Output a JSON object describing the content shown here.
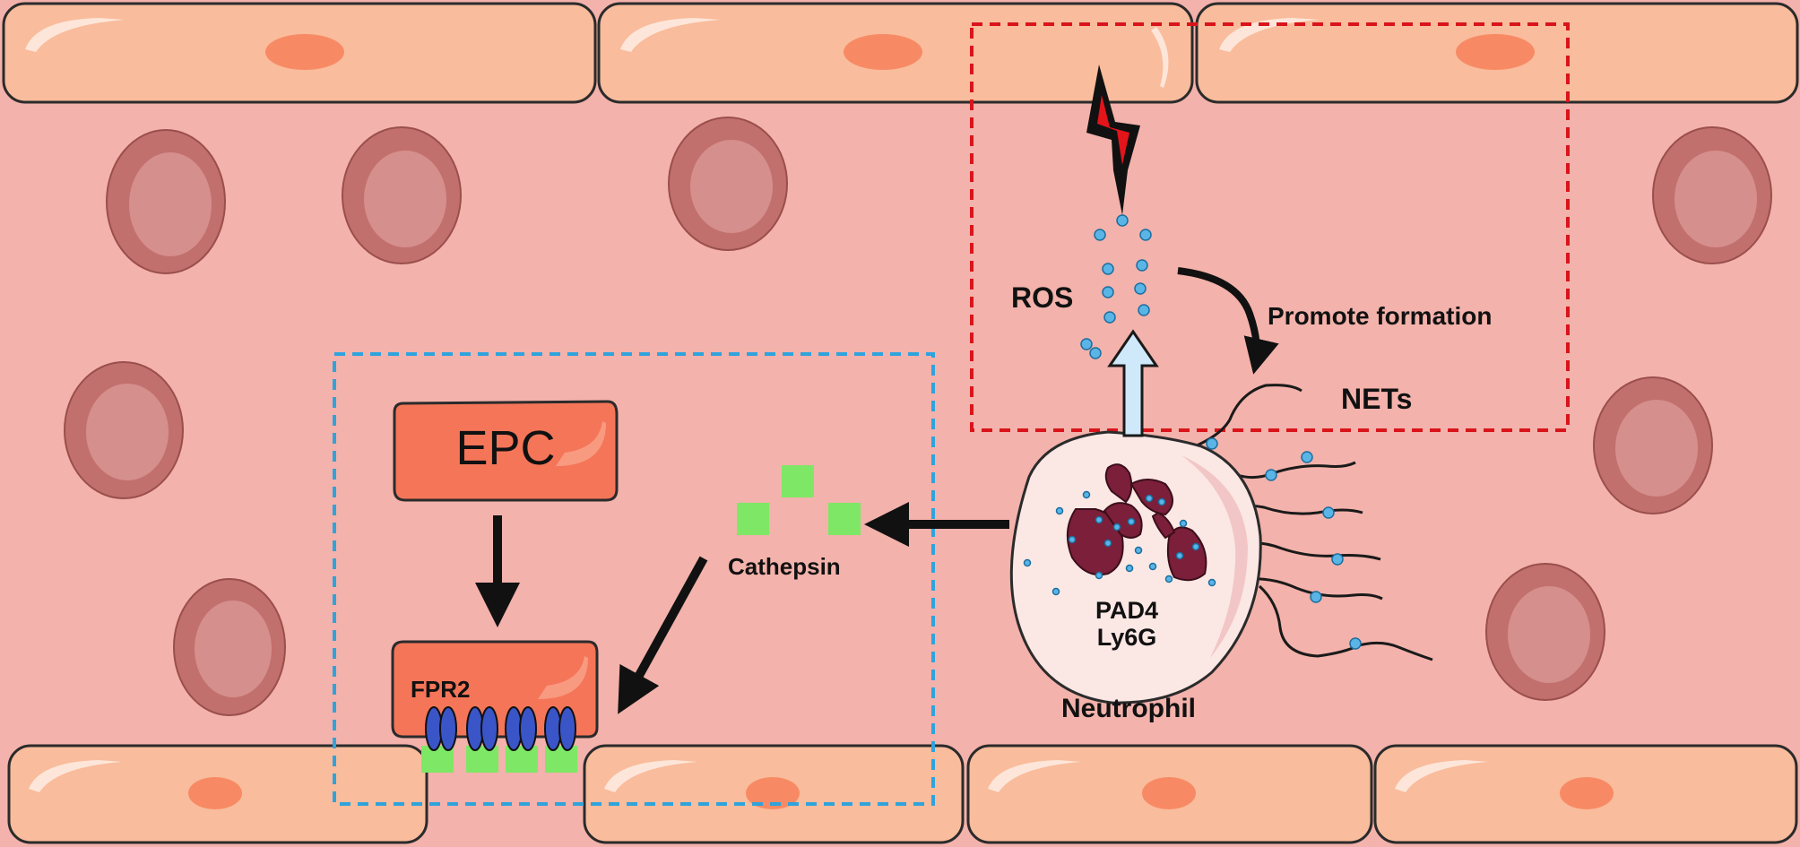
{
  "labels": {
    "epc": "EPC",
    "fpr2": "FPR2",
    "cathepsin": "Cathepsin",
    "pad4": "PAD4",
    "ly6g": "Ly6G",
    "neutrophil": "Neutrophil",
    "ros": "ROS",
    "promote_formation": "Promote formation",
    "nets": "NETs"
  },
  "colors": {
    "vessel_lumen": "#f3b2ab",
    "endothelial_cell": "#f9bc9c",
    "endothelial_nucleus": "#f78a64",
    "red_blood_cell": "#c2706d",
    "epc_cell": "#f57558",
    "cathepsin": "#7ee766",
    "receptor": "#3a55c8",
    "neutrophil_body": "#fbe7e4",
    "neutrophil_nucleus": "#7b1f3a",
    "granule": "#5ab4e5",
    "ros_arrow": "#cfe9fb",
    "lightning": "#e4141b",
    "red_box": "#d9141b",
    "blue_box": "#2fa3dc"
  },
  "icons": [
    "lightning-icon",
    "ros-arrow-icon"
  ]
}
